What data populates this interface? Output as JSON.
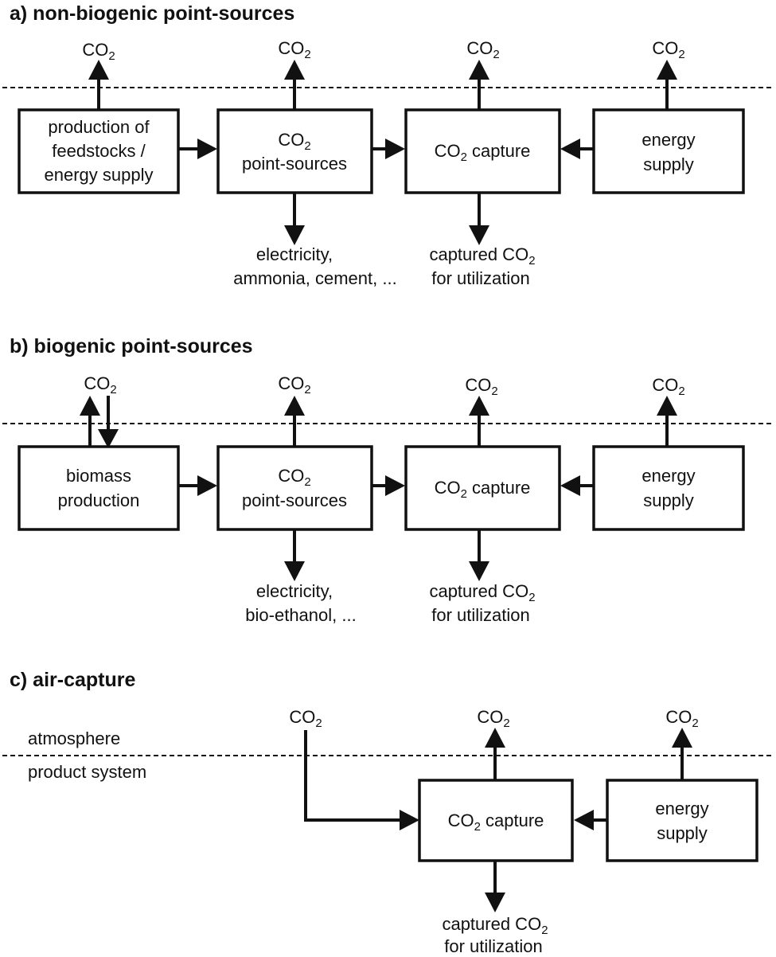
{
  "panel_a": {
    "title": "a) non-biogenic point-sources",
    "emission": "CO",
    "emission_sub": "2",
    "box_feedstock": [
      "production of",
      "feedstocks /",
      "energy supply"
    ],
    "box_point_sources": {
      "line1": "CO",
      "line1_sub": "2",
      "line2": "point-sources"
    },
    "box_capture": {
      "pre": "CO",
      "sub": "2",
      "post": " capture"
    },
    "box_energy": [
      "energy",
      "supply"
    ],
    "products": [
      "electricity,",
      "ammonia, cement, ..."
    ],
    "captured": {
      "pre": "captured CO",
      "sub": "2",
      "line2": "for utilization"
    }
  },
  "panel_b": {
    "title": "b) biogenic point-sources",
    "emission": "CO",
    "emission_sub": "2",
    "box_biomass": [
      "biomass",
      "production"
    ],
    "box_point_sources": {
      "line1": "CO",
      "line1_sub": "2",
      "line2": "point-sources"
    },
    "box_capture": {
      "pre": "CO",
      "sub": "2",
      "post": " capture"
    },
    "box_energy": [
      "energy",
      "supply"
    ],
    "products": [
      "electricity,",
      "bio-ethanol, ..."
    ],
    "captured": {
      "pre": "captured CO",
      "sub": "2",
      "line2": "for utilization"
    }
  },
  "panel_c": {
    "title": "c) air-capture",
    "emission": "CO",
    "emission_sub": "2",
    "atmosphere": "atmosphere",
    "product_system": "product system",
    "box_capture": {
      "pre": "CO",
      "sub": "2",
      "post": " capture"
    },
    "box_energy": [
      "energy",
      "supply"
    ],
    "captured": {
      "pre": "captured CO",
      "sub": "2",
      "line2": "for utilization"
    }
  }
}
